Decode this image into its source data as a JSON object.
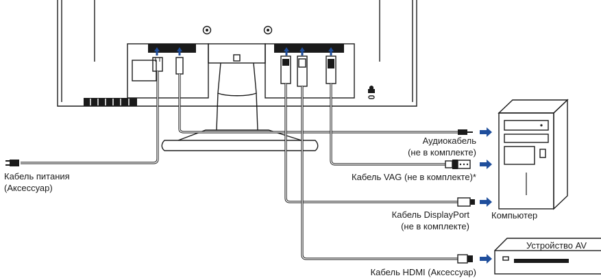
{
  "labels": {
    "power_cable": [
      "Кабель питания",
      "(Аксессуар)"
    ],
    "audio_cable": [
      "Аудиокабель",
      "(не в комплекте)"
    ],
    "vga_cable": "Кабель VAG (не в комплекте)*",
    "displayport_cable": [
      "Кабель DisplayPort",
      "(не в комплекте)"
    ],
    "computer": "Компьютер",
    "av_device": "Устройство AV",
    "hdmi_cable": "Кабель HDMI (Аксессуар)"
  },
  "colors": {
    "arrow": "#1f4e9c",
    "line": "#1a1a1a",
    "background": "#ffffff"
  },
  "icons": [
    "power-plug-icon",
    "audio-jack-icon",
    "vga-connector-icon",
    "displayport-connector-icon",
    "hdmi-connector-icon",
    "computer-tower-icon",
    "av-device-icon",
    "kensington-lock-icon"
  ]
}
